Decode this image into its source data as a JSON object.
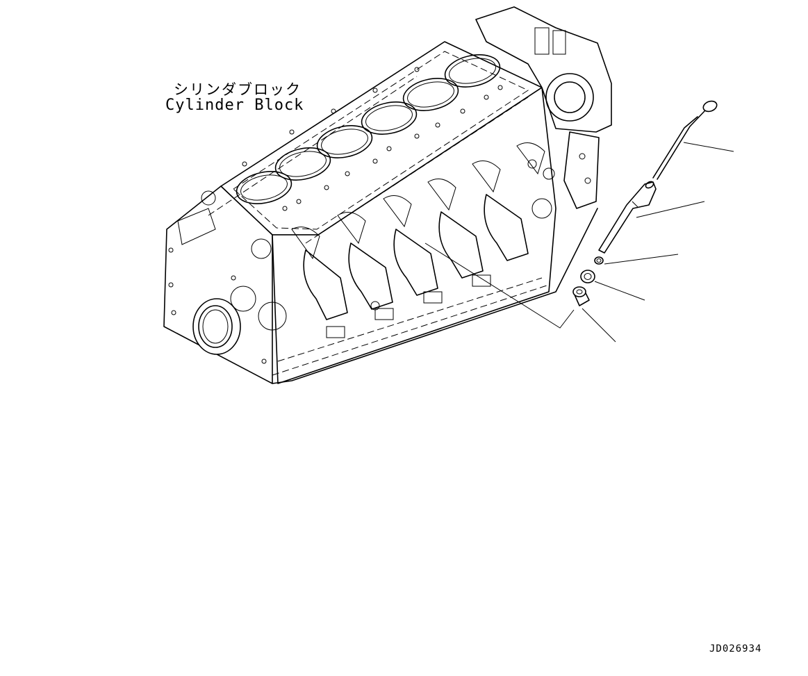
{
  "labels": {
    "part_name_jp": "シリンダブロック",
    "part_name_en": "Cylinder Block",
    "drawing_id": "JD026934"
  },
  "line_color": "#000000",
  "background_color": "#ffffff"
}
